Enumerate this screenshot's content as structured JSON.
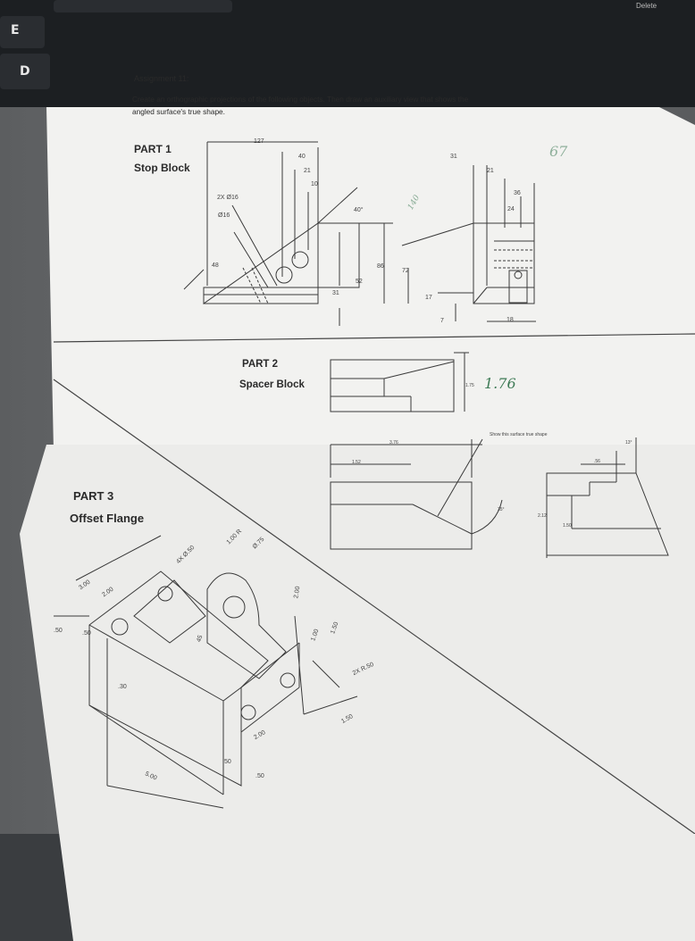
{
  "keyboard": {
    "keys": [
      "E",
      "D"
    ],
    "corner_text": "Delete"
  },
  "assignment": {
    "title": "Assignment 11:",
    "instructions_line1": "Create an orthographic projections of the following objects.  Then draw an auxiliary view that shows the",
    "instructions_line2": "angled surface's true shape."
  },
  "part1": {
    "label": "PART 1",
    "name": "Stop Block",
    "dims": [
      "127",
      "40",
      "21",
      "10",
      "2X Ø16",
      "Ø16",
      "40°",
      "48",
      "86",
      "52",
      "31",
      "72",
      "17",
      "7",
      "31",
      "21",
      "36",
      "24",
      "18"
    ],
    "handwritten": [
      "67",
      "140"
    ]
  },
  "part2": {
    "label": "PART 2",
    "name": "Spacer Block",
    "dims": [
      "1.75",
      "3.76",
      "1.52",
      "35°",
      "2.12",
      "1.50",
      ".56",
      "13°"
    ],
    "note": "Show this surface true shape",
    "handwritten": "1.76"
  },
  "part3": {
    "label": "PART 3",
    "name": "Offset Flange",
    "dims": [
      "3.00",
      "2.00",
      ".50",
      ".50",
      ".30",
      "4X Ø.50",
      "1.00 R",
      "Ø.75",
      "45",
      "2.00",
      "1.00",
      "1.50",
      "2X R.50",
      "2.00",
      ".50",
      "5.00",
      ".50",
      "1.50"
    ]
  }
}
